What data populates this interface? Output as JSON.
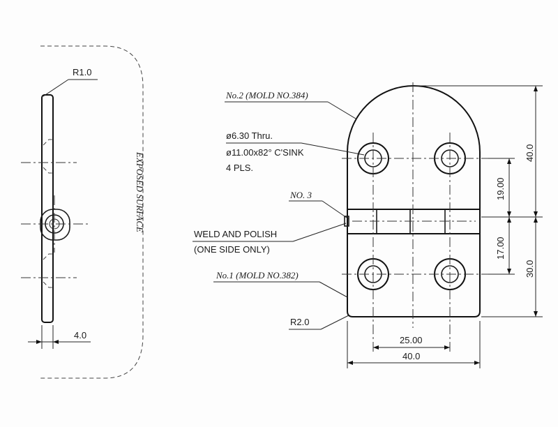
{
  "labels": {
    "r1": "R1.0",
    "exposed": "EXPOSED SURFACE",
    "thickness": "4.0",
    "mold2": "No.2 (MOLD NO.384)",
    "hole1": "ø6.30 Thru.",
    "hole2": "ø11.00x82° C'SINK",
    "hole3": "4 PLS.",
    "no3": "NO. 3",
    "weld1": "WELD AND POLISH",
    "weld2": "(ONE SIDE ONLY)",
    "mold1": "No.1 (MOLD NO.382)",
    "r2": "R2.0"
  },
  "dims": {
    "h40": "40.0",
    "d19": "19.00",
    "d17": "17.00",
    "h30": "30.0",
    "w25": "25.00",
    "w40": "40.0"
  }
}
